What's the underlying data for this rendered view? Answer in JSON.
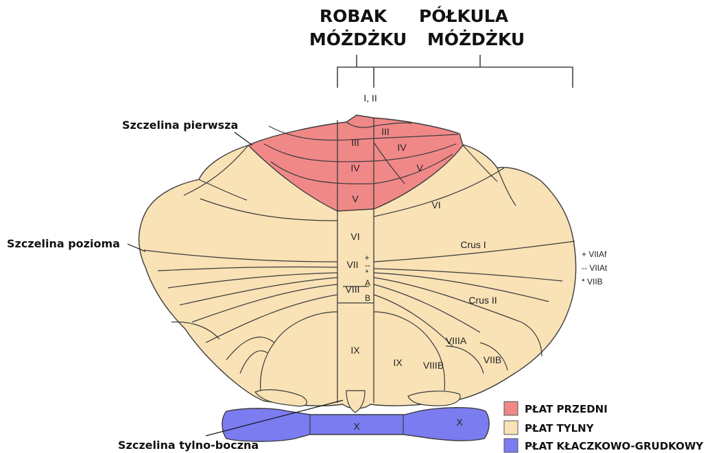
{
  "headers": {
    "vermis_line1": "ROBAK",
    "vermis_line2": "MÓŻDŻKU",
    "hemisphere_line1": "PÓŁKULA",
    "hemisphere_line2": "MÓŻDŻKU"
  },
  "fissure_labels": {
    "primary": "Szczelina pierwsza",
    "horizontal": "Szczelina pozioma",
    "posterolateral": "Szczelina tylno-boczna"
  },
  "lobule_labels": {
    "i_ii": "I, II",
    "iii_vermis": "III",
    "iii_hem": "III",
    "iv_vermis": "IV",
    "iv_hem": "IV",
    "v_vermis": "V",
    "v_hem": "V",
    "vi_vermis": "VI",
    "vi_hem": "VI",
    "crus1": "Crus I",
    "vii_vermis": "VII",
    "viii_vermis": "VIII",
    "viii_a": "A",
    "viii_b": "B",
    "crus2": "Crus II",
    "ix_vermis": "IX",
    "ix_hem": "IX",
    "viiia": "VIIIA",
    "viiib": "VIIIB",
    "viib": "VIIB",
    "x_left": "X",
    "x_right": "X"
  },
  "vii_key": {
    "plus": "+ VIIAf",
    "dash": "-- VIIAt",
    "star": "* VIIB"
  },
  "legend": [
    {
      "label": "PŁAT PRZEDNI",
      "color": "#f08888"
    },
    {
      "label": "PŁAT TYLNY",
      "color": "#f8e2b6"
    },
    {
      "label": "PŁAT KŁACZKOWO-GRUDKOWY",
      "color": "#7b7cf0"
    }
  ],
  "colors": {
    "anterior": "#f08888",
    "posterior": "#f8e2b6",
    "flocculonodular": "#7b7cf0",
    "outline": "#3a3a3a"
  }
}
